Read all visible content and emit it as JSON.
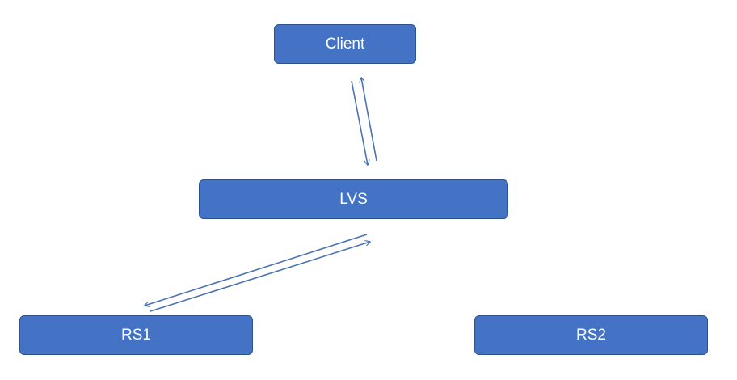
{
  "nodes": {
    "client": "Client",
    "lvs": "LVS",
    "rs1": "RS1",
    "rs2": "RS2"
  },
  "colors": {
    "node_fill": "#4472c4",
    "node_border": "#2f528f",
    "node_text": "#ffffff",
    "arrow": "#4a72b2",
    "background": "#ffffff"
  }
}
